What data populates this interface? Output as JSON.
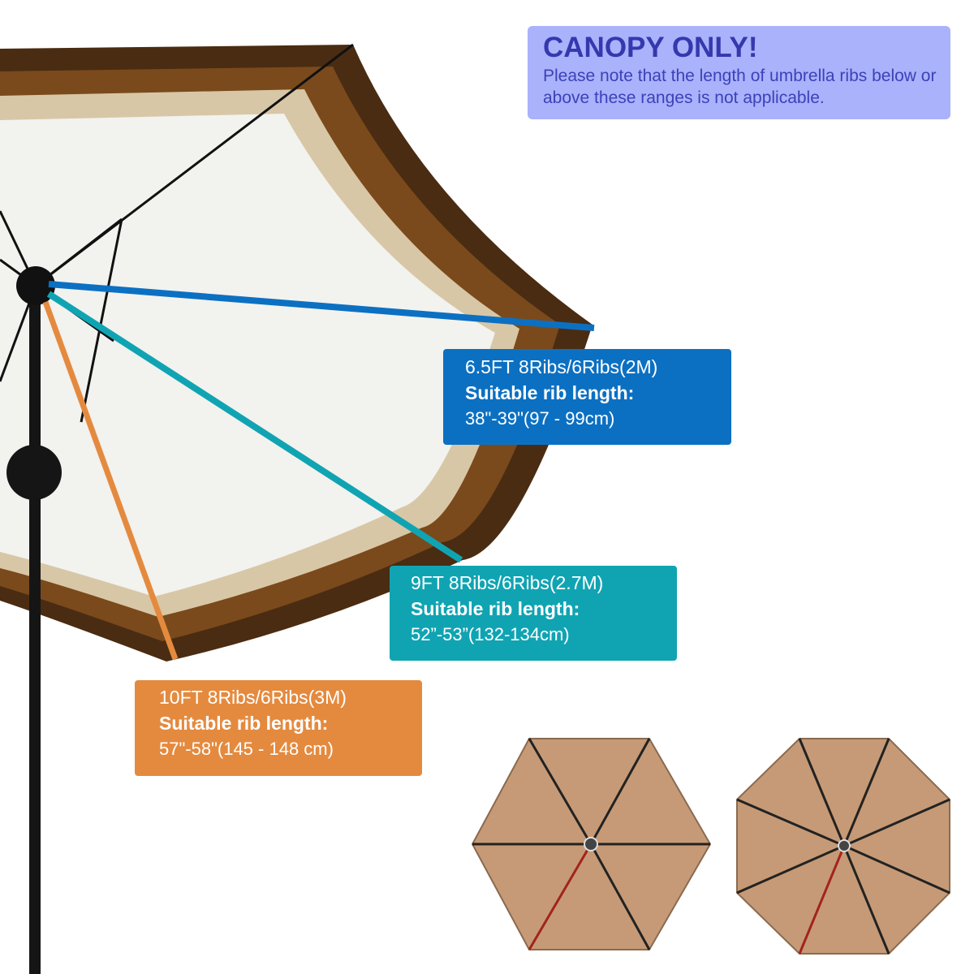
{
  "notice": {
    "title": "CANOPY ONLY!",
    "text": "Please note that the length of umbrella ribs below or above these ranges is not applicable."
  },
  "sizes": [
    {
      "title": "6.5FT 8Ribs/6Ribs(2M)",
      "subtitle": "Suitable rib length:",
      "range": "38\"-39\"(97 - 99cm)",
      "color": "#0c70c2"
    },
    {
      "title": "9FT 8Ribs/6Ribs(2.7M)",
      "subtitle": "Suitable rib length:",
      "range": "52”-53”(132-134cm)",
      "color": "#10a4b3"
    },
    {
      "title": "10FT 8Ribs/6Ribs(3M)",
      "subtitle": "Suitable rib length:",
      "range": "57\"-58\"(145 - 148 cm)",
      "color": "#e48a3f"
    }
  ],
  "colors": {
    "canopy_outer": "#7a4a1c",
    "canopy_inner": "#d8c7a6",
    "canopy_fill": "#f2f2ef",
    "product_fabric": "#c69a76",
    "notice_bg": "#a9b2fb"
  },
  "thumbnails": [
    "6-rib-canopy-underside",
    "8-rib-canopy-underside"
  ]
}
